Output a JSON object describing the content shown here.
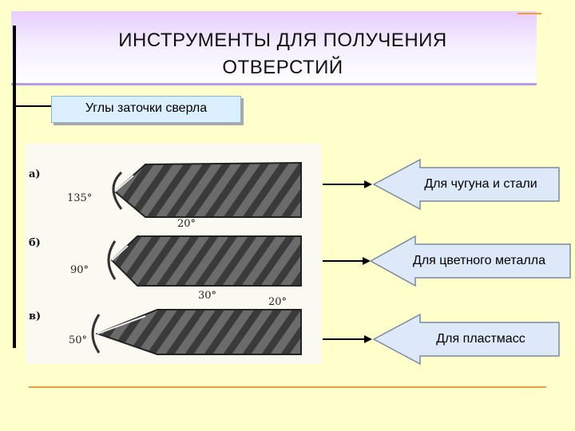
{
  "slide": {
    "title_line1": "ИНСТРУМЕНТЫ ДЛЯ ПОЛУЧЕНИЯ",
    "title_line2": "ОТВЕРСТИЙ",
    "subtitle": "Углы заточки сверла"
  },
  "figure": {
    "rows": [
      {
        "label": "а)",
        "point_angle": "135°",
        "helix_angle": "20°"
      },
      {
        "label": "б)",
        "point_angle": "90°",
        "helix_angle": "30°"
      },
      {
        "label": "в)",
        "point_angle": "50°",
        "helix_angle": "20°"
      }
    ]
  },
  "callouts": [
    {
      "text": "Для чугуна и  стали"
    },
    {
      "text": "Для цветного металла"
    },
    {
      "text": "Для  пластмасс"
    }
  ],
  "colors": {
    "background": "#ffffcc",
    "title_gradient_top": "#e8ccff",
    "subtitle_fill": "#dcefff",
    "callout_fill": "#dde8f8",
    "accent_line": "#e8a040"
  }
}
